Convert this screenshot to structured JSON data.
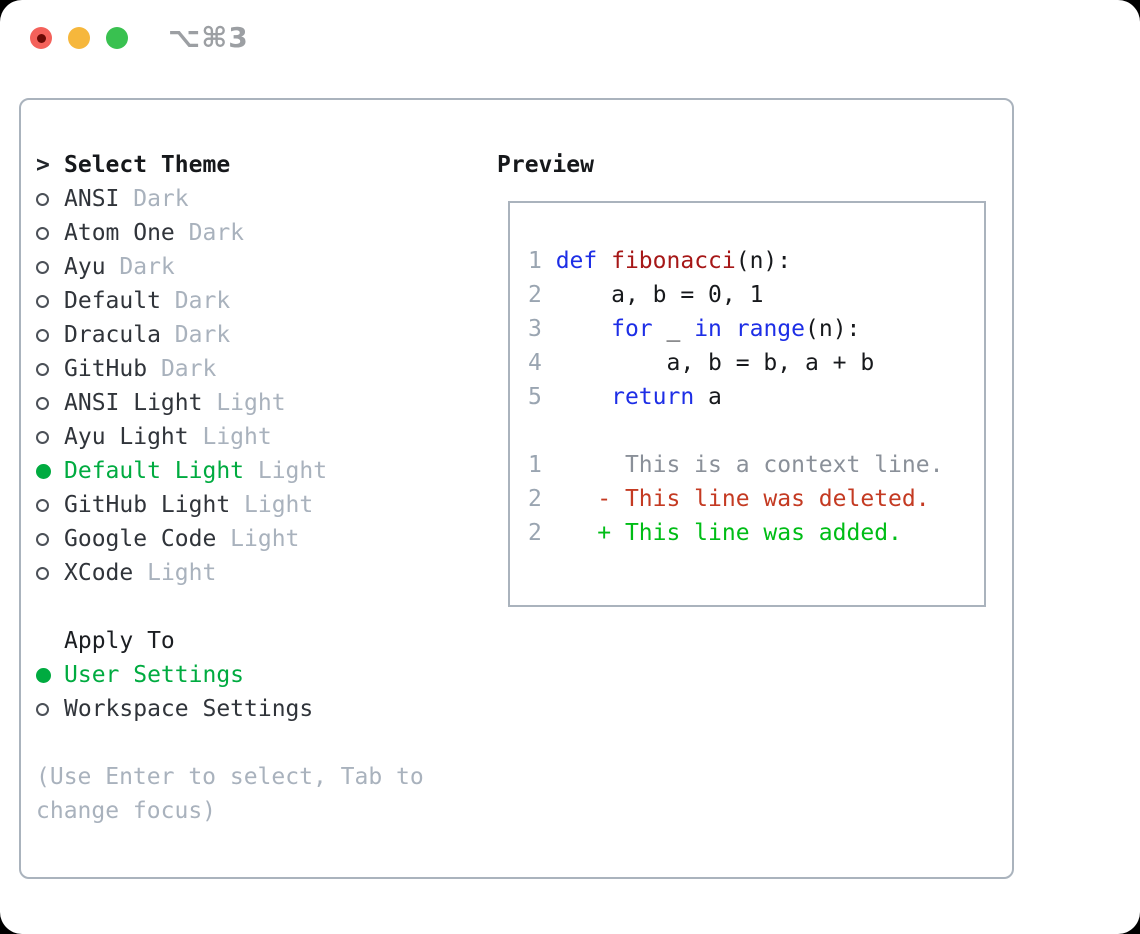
{
  "titlebar": {
    "shortcut": "⌥⌘3",
    "buttons": [
      "close",
      "minimize",
      "zoom"
    ]
  },
  "theme_selector": {
    "header_marker": ">",
    "header": "Select Theme",
    "items": [
      {
        "id": "ansi-dark",
        "name": "ANSI",
        "tag": "Dark",
        "selected": false
      },
      {
        "id": "atom-one-dark",
        "name": "Atom One",
        "tag": "Dark",
        "selected": false
      },
      {
        "id": "ayu-dark",
        "name": "Ayu",
        "tag": "Dark",
        "selected": false
      },
      {
        "id": "default-dark",
        "name": "Default",
        "tag": "Dark",
        "selected": false
      },
      {
        "id": "dracula-dark",
        "name": "Dracula",
        "tag": "Dark",
        "selected": false
      },
      {
        "id": "github-dark",
        "name": "GitHub",
        "tag": "Dark",
        "selected": false
      },
      {
        "id": "ansi-light",
        "name": "ANSI Light",
        "tag": "Light",
        "selected": false
      },
      {
        "id": "ayu-light",
        "name": "Ayu Light",
        "tag": "Light",
        "selected": false
      },
      {
        "id": "default-light",
        "name": "Default Light",
        "tag": "Light",
        "selected": true
      },
      {
        "id": "github-light",
        "name": "GitHub Light",
        "tag": "Light",
        "selected": false
      },
      {
        "id": "google-code",
        "name": "Google Code",
        "tag": "Light",
        "selected": false
      },
      {
        "id": "xcode",
        "name": "XCode",
        "tag": "Light",
        "selected": false
      }
    ]
  },
  "apply_to": {
    "header": "Apply To",
    "options": [
      {
        "id": "user-settings",
        "name": "User Settings",
        "selected": true
      },
      {
        "id": "workspace-settings",
        "name": "Workspace Settings",
        "selected": false
      }
    ]
  },
  "help_text": "(Use Enter to select, Tab to change focus)",
  "preview": {
    "header": "Preview",
    "code_lines": [
      {
        "number": "1",
        "tokens": [
          {
            "text": "def",
            "type": "keyword"
          },
          {
            "text": " ",
            "type": "plain"
          },
          {
            "text": "fibonacci",
            "type": "function"
          },
          {
            "text": "(n):",
            "type": "plain"
          }
        ]
      },
      {
        "number": "2",
        "tokens": [
          {
            "text": "    a, b = 0, 1",
            "type": "plain"
          }
        ]
      },
      {
        "number": "3",
        "tokens": [
          {
            "text": "    ",
            "type": "plain"
          },
          {
            "text": "for",
            "type": "keyword"
          },
          {
            "text": " _ ",
            "type": "plain"
          },
          {
            "text": "in",
            "type": "keyword"
          },
          {
            "text": " ",
            "type": "plain"
          },
          {
            "text": "range",
            "type": "keyword"
          },
          {
            "text": "(n):",
            "type": "plain"
          }
        ]
      },
      {
        "number": "4",
        "tokens": [
          {
            "text": "        a, b = b, a + b",
            "type": "plain"
          }
        ]
      },
      {
        "number": "5",
        "tokens": [
          {
            "text": "    ",
            "type": "plain"
          },
          {
            "text": "return",
            "type": "keyword"
          },
          {
            "text": " a",
            "type": "plain"
          }
        ]
      }
    ],
    "diff_lines": [
      {
        "number": "1",
        "content": "      This is a context line.",
        "kind": "context"
      },
      {
        "number": "2",
        "content": "    - This line was deleted.",
        "kind": "deleted"
      },
      {
        "number": "2",
        "content": "    + This line was added.",
        "kind": "added"
      }
    ]
  },
  "colors": {
    "text_black": "#22262b",
    "muted_gray": "#a9b2bd",
    "line_number_gray": "#9aa5b1",
    "context_gray": "#8a9099",
    "accent_green": "#00ab40",
    "added_green": "#00bd16",
    "deleted_red": "#c43a22",
    "keyword_blue": "#1d2ee6",
    "function_red": "#a61717",
    "border_gray": "#aab3bd",
    "traffic_red": "#f4615a",
    "traffic_yellow": "#f6b73c",
    "traffic_green": "#39c150"
  }
}
